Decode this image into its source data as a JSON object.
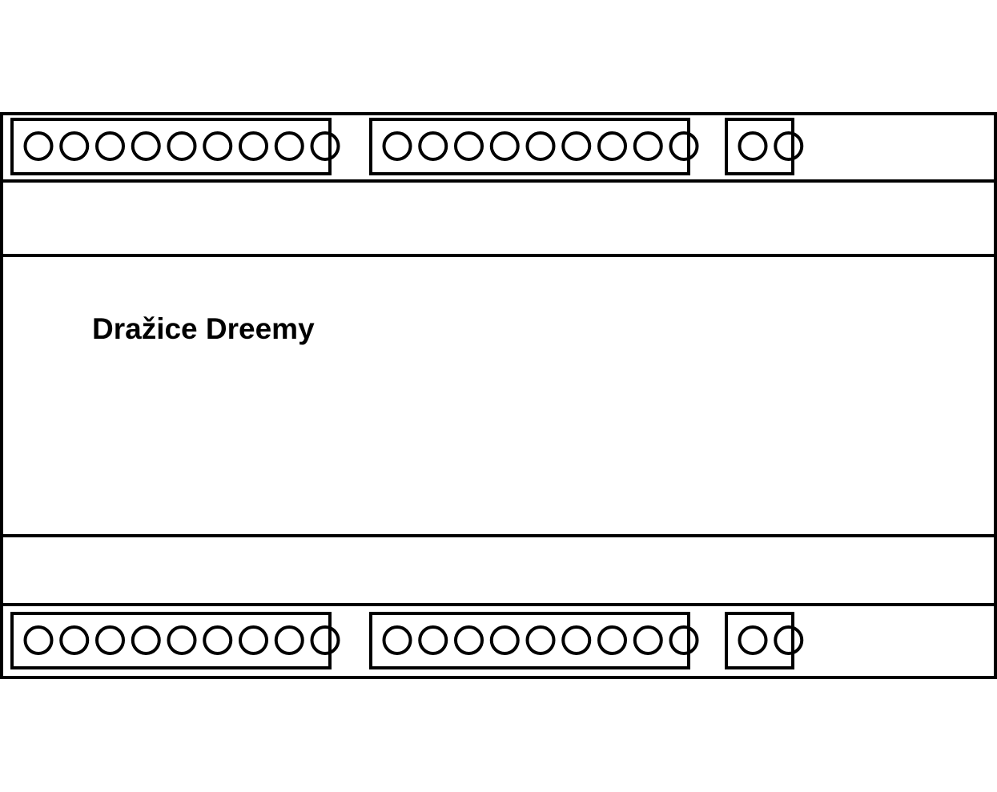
{
  "device": {
    "label": "Dražice Dreemy"
  },
  "terminal_blocks": {
    "top": [
      {
        "name": "terminal-block-top-1",
        "terminals": 9
      },
      {
        "name": "terminal-block-top-2",
        "terminals": 9
      },
      {
        "name": "terminal-block-top-3",
        "terminals": 2
      }
    ],
    "bottom": [
      {
        "name": "terminal-block-bottom-1",
        "terminals": 9
      },
      {
        "name": "terminal-block-bottom-2",
        "terminals": 9
      },
      {
        "name": "terminal-block-bottom-3",
        "terminals": 2
      }
    ]
  },
  "colors": {
    "stroke": "#000000",
    "background": "#ffffff"
  }
}
